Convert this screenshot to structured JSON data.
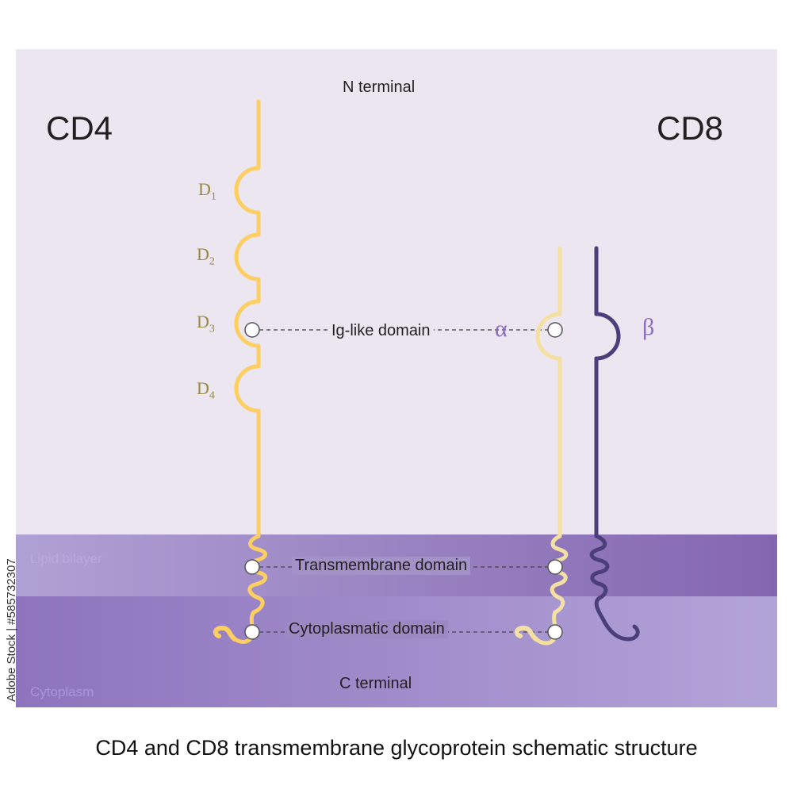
{
  "title_cd4": "CD4",
  "title_cd8": "CD8",
  "n_terminal": "N terminal",
  "c_terminal": "C terminal",
  "cd4_domains": [
    {
      "letter": "D",
      "sub": "1"
    },
    {
      "letter": "D",
      "sub": "2"
    },
    {
      "letter": "D",
      "sub": "3"
    },
    {
      "letter": "D",
      "sub": "4"
    }
  ],
  "alpha": "α",
  "beta": "β",
  "labels": {
    "ig_like": "Ig-like domain",
    "transmembrane": "Transmembrane domain",
    "cytoplasmatic": "Cytoplasmatic domain"
  },
  "regions": {
    "lipid_bilayer": "Lipid bilayer",
    "cytoplasm": "Cytoplasm"
  },
  "caption": "CD4 and CD8 transmembrane glycoprotein schematic structure",
  "side_id": "Adobe Stock | #585732307",
  "colors": {
    "extracellular": "#ebe6f0",
    "membrane": "#9d89c6",
    "cytoplasm": "#9583c0",
    "cd4_chain": "#fdcf63",
    "cd8_alpha": "#f5e0a3",
    "cd8_beta": "#4a3f7a"
  }
}
